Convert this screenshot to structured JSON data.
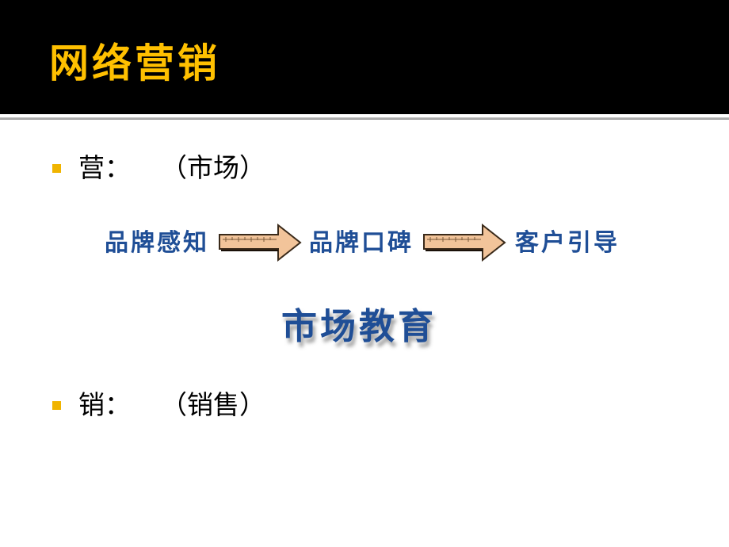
{
  "slide": {
    "title": "网络营销",
    "colors": {
      "header_bg": "#000000",
      "title": "#ffc000",
      "bullet": "#f0b400",
      "diagram_text": "#1f4e96",
      "arrow_fill": "#f2c49a",
      "arrow_outline": "#3a2a1a"
    }
  },
  "bullets": [
    {
      "label": "营：",
      "detail": "（市场）"
    },
    {
      "label": "销：",
      "detail": "（销售）"
    }
  ],
  "diagram": {
    "flow": [
      {
        "label": "品牌感知"
      },
      {
        "label": "品牌口碑"
      },
      {
        "label": "客户引导"
      }
    ],
    "arrows": [
      {
        "icon": "ruler-arrow-right-icon"
      },
      {
        "icon": "ruler-arrow-right-icon"
      }
    ],
    "caption": "市场教育"
  }
}
